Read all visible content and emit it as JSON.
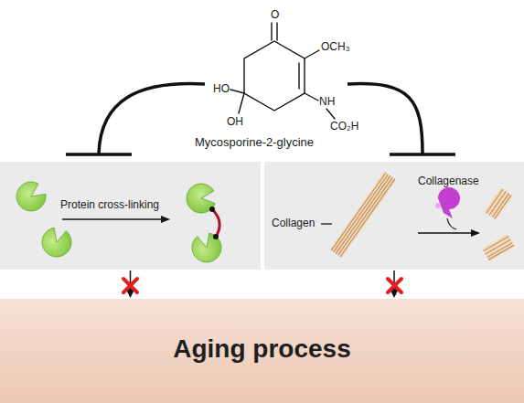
{
  "diagram": {
    "nodes": [
      {
        "text": [
          "Protein cross-linking"
        ]
      },
      {
        "text": [
          "Collagen",
          "Collagenase"
        ]
      },
      {
        "text": [
          "Aging process"
        ]
      }
    ],
    "edges": [
      {
        "from": 0,
        "to": 2,
        "arrow": "to"
      },
      {
        "from": 1,
        "to": 2,
        "arrow": "to"
      }
    ],
    "labels": [
      "O",
      "OCH₃",
      "HO",
      "OH",
      "NH",
      "CO₂H",
      "Mycosporine-2-glycine"
    ]
  }
}
